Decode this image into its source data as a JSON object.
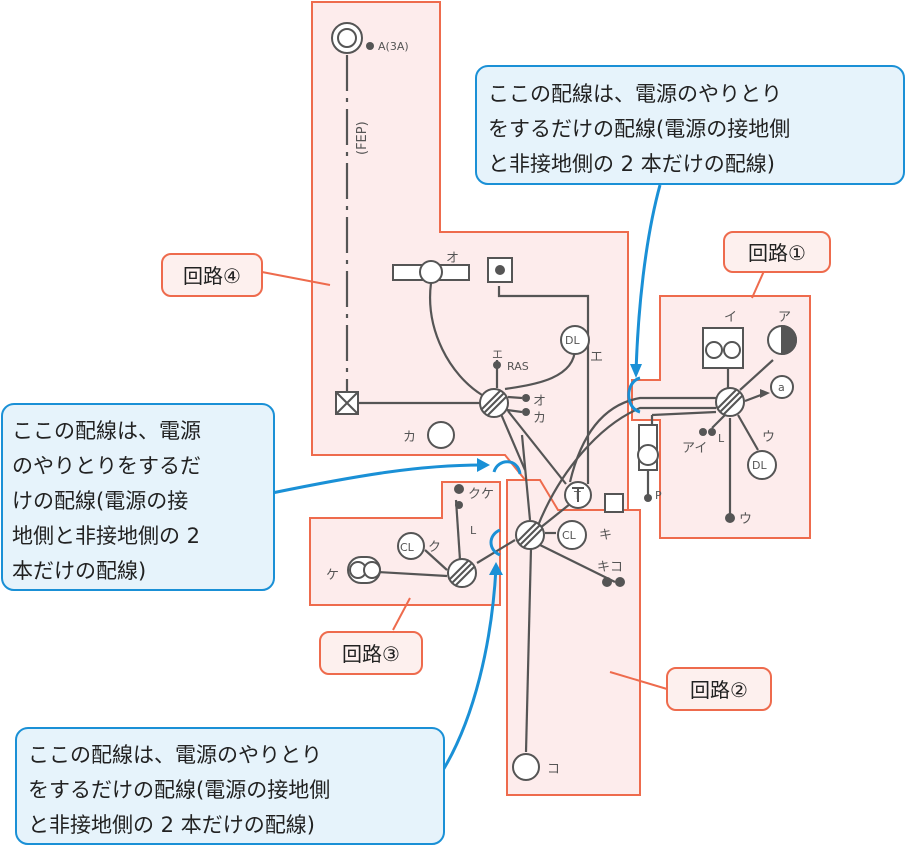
{
  "notes": [
    {
      "lines": [
        "ここの配線は、電源のやりとり",
        "をするだけの配線(電源の接地側",
        "と非接地側の 2 本だけの配線)"
      ]
    },
    {
      "lines": [
        "ここの配線は、電源",
        "のやりとりをするだ",
        "けの配線(電源の接",
        "地側と非接地側の 2",
        "本だけの配線)"
      ]
    },
    {
      "lines": [
        "ここの配線は、電源のやりとり",
        "をするだけの配線(電源の接地側",
        "と非接地側の 2 本だけの配線)"
      ]
    }
  ],
  "circuits": {
    "c1": "回路①",
    "c2": "回路②",
    "c3": "回路③",
    "c4": "回路④"
  },
  "symbols": {
    "a3a": "A(3A)",
    "fep": "(FEP)",
    "o_top": "オ",
    "e": "エ",
    "ras": "RAS",
    "dl": "DL",
    "e2": "エ",
    "o_side": "オ",
    "ka_side": "カ",
    "ka": "カ",
    "i_top": "イ",
    "a_top": "ア",
    "a_small": "a",
    "ai": "アイ",
    "l": "L",
    "u": "ウ",
    "dl2": "DL",
    "u_bottom": "ウ",
    "p": "P",
    "t": "T",
    "kuke": "クケ",
    "l2": "L",
    "cl": "CL",
    "ku": "ク",
    "ke": "ケ",
    "cl2": "CL",
    "ki": "キ",
    "kiko": "キコ",
    "ko": "コ"
  }
}
